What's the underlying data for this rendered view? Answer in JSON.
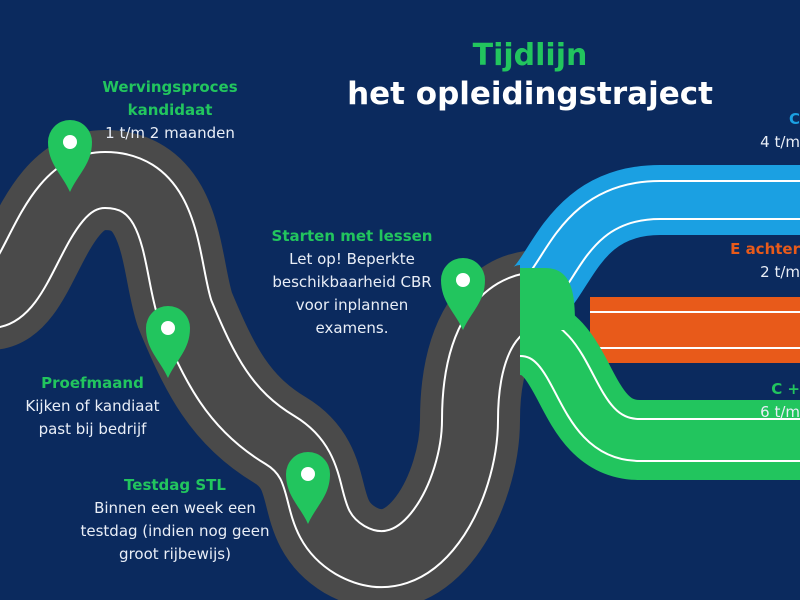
{
  "title": {
    "line1": "Tijdlijn",
    "line2": "het opleidingstraject"
  },
  "colors": {
    "background": "#0b2a5e",
    "road": "#4a4a4a",
    "accent_green": "#22c55e",
    "blue": "#1ba0e2",
    "orange": "#e85a1a"
  },
  "milestones": [
    {
      "heading_line1": "Wervingsproces",
      "heading_line2": "kandidaat",
      "text_line1": "1 t/m 2 maanden"
    },
    {
      "heading_line1": "Proefmaand",
      "text_line1": "Kijken of kandiaat",
      "text_line2": "past bij bedrijf"
    },
    {
      "heading_line1": "Testdag STL",
      "text_line1": "Binnen een week een",
      "text_line2": "testdag (indien nog geen",
      "text_line3": "groot rijbewijs)"
    },
    {
      "heading_line1": "Starten met lessen",
      "text_line1": "Let op! Beperkte",
      "text_line2": "beschikbaarheid CBR",
      "text_line3": "voor inplannen",
      "text_line4": "examens."
    }
  ],
  "tracks": [
    {
      "heading": "C",
      "duration": "4 t/m"
    },
    {
      "heading": "E achter",
      "duration": "2 t/m"
    },
    {
      "heading": "C +",
      "duration": "6 t/m"
    }
  ]
}
